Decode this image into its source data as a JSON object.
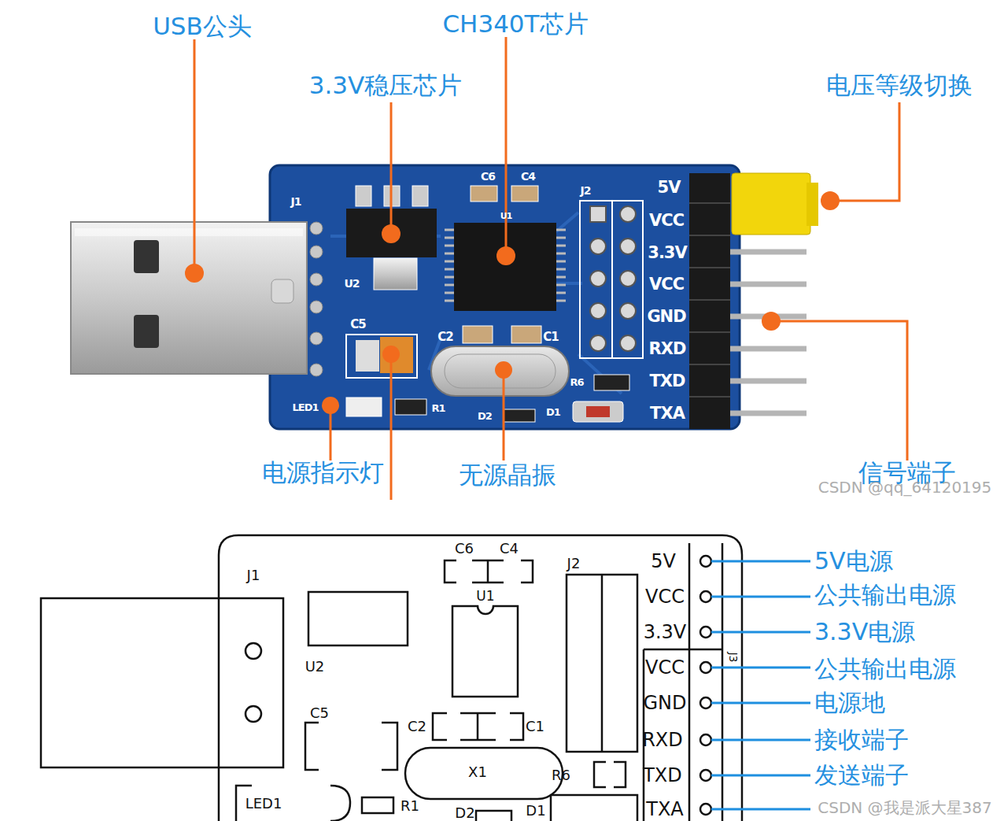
{
  "diagram": {
    "labels": [
      "USB公头",
      "CH340T芯片",
      "3.3V稳压芯片",
      "电压等级切换",
      "J1",
      "U2",
      "C6",
      "C4",
      "U1",
      "J2",
      "5V",
      "VCC",
      "3.3V",
      "VCC",
      "GND",
      "RXD",
      "TXD",
      "TXA",
      "C5",
      "C2",
      "C1",
      "R6",
      "LED1",
      "R1",
      "D2",
      "D1",
      "电源指示灯",
      "无源晶振",
      "信号端子",
      "CSDN @qq_64120195",
      "J1",
      "C6",
      "C4",
      "U1",
      "J2",
      "5V",
      "VCC",
      "3.3V",
      "VCC",
      "GND",
      "RXD",
      "TXD",
      "TXA",
      "J3",
      "U2",
      "C5",
      "C2",
      "C1",
      "X1",
      "R6",
      "LED1",
      "R1",
      "D2",
      "D1",
      "5V电源",
      "公共输出电源",
      "3.3V电源",
      "公共输出电源",
      "电源地",
      "接收端子",
      "发送端子",
      "CSDN @我是派大星387"
    ]
  }
}
